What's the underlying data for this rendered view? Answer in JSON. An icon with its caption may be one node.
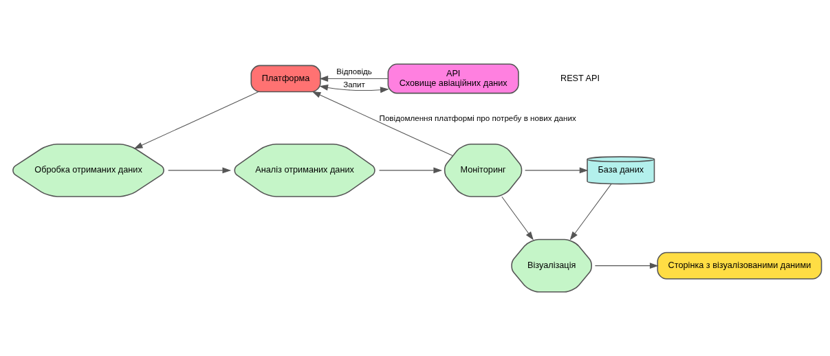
{
  "diagram": {
    "nodes": [
      {
        "text": [
          "Платформа"
        ]
      },
      {
        "text": [
          "API",
          "Сховище авіаційних даних"
        ]
      },
      {
        "text": [
          "База даних"
        ]
      },
      {
        "text": [
          "Моніторинг"
        ]
      },
      {
        "text": [
          "Аналіз отриманих даних"
        ]
      },
      {
        "text": [
          "Обробка отриманих даних"
        ]
      },
      {
        "text": [
          "Візуалізація"
        ]
      },
      {
        "text": [
          "Сторінка з візуалізованими даними"
        ]
      }
    ],
    "edges": [
      {
        "from": 3,
        "to": 0,
        "arrow": "to",
        "label": "Повідомлення платформі про потребу в нових даних"
      },
      {
        "from": 0,
        "to": 1,
        "arrow": "both",
        "label": "Запит"
      },
      {
        "from": 1,
        "to": 0,
        "arrow": "to",
        "label": "Відповідь"
      },
      {
        "from": 0,
        "to": 5,
        "arrow": "to"
      },
      {
        "from": 5,
        "to": 4,
        "arrow": "to"
      },
      {
        "from": 4,
        "to": 3,
        "arrow": "to"
      },
      {
        "from": 3,
        "to": 2,
        "arrow": "to"
      },
      {
        "from": 3,
        "to": 6,
        "arrow": "to"
      },
      {
        "from": 2,
        "to": 6,
        "arrow": "to"
      },
      {
        "from": 6,
        "to": 7,
        "arrow": "to"
      }
    ],
    "labels": [
      "REST API"
    ]
  }
}
